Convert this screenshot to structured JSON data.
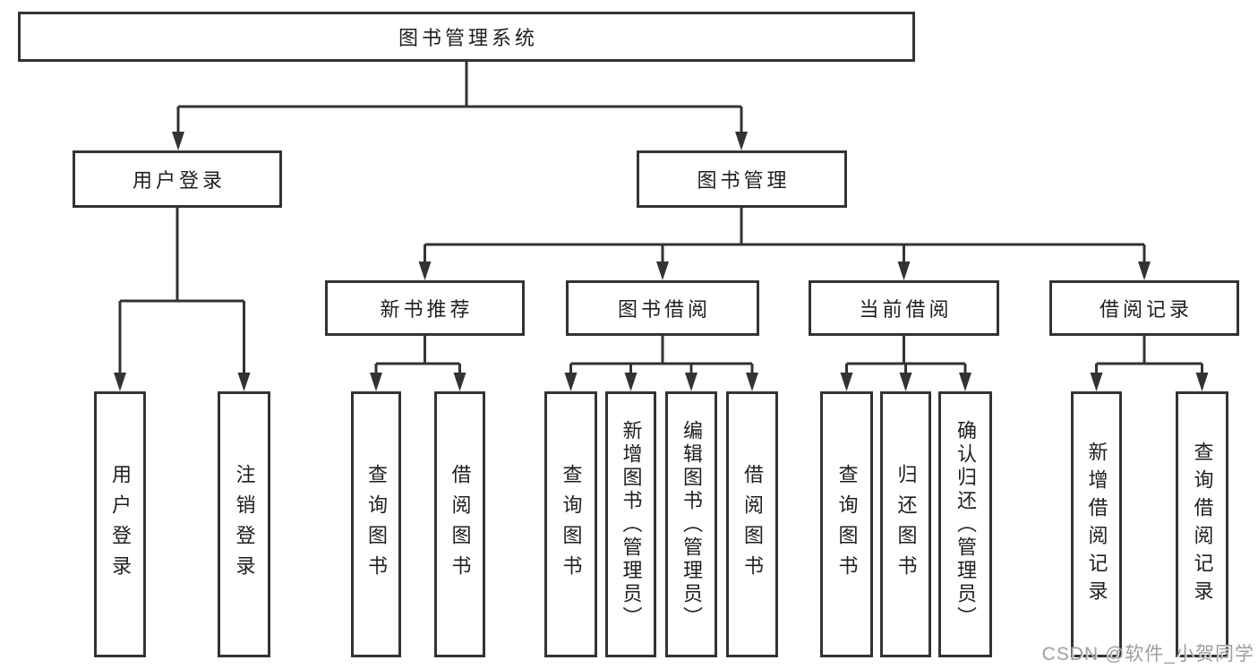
{
  "diagram_type": "hierarchy-tree",
  "colors": {
    "line": "#333333",
    "box_border": "#333333",
    "box_fill": "#ffffff",
    "text": "#1f1f1f",
    "watermark": "#9e9e9e",
    "background": "#ffffff"
  },
  "tree": {
    "label": "图书管理系统",
    "children": [
      {
        "label": "用户登录",
        "children": [
          {
            "label": "用户登录"
          },
          {
            "label": "注销登录"
          }
        ]
      },
      {
        "label": "图书管理",
        "children": [
          {
            "label": "新书推荐",
            "children": [
              {
                "label": "查询图书"
              },
              {
                "label": "借阅图书"
              }
            ]
          },
          {
            "label": "图书借阅",
            "children": [
              {
                "label": "查询图书"
              },
              {
                "label": "新增图书（管理员）"
              },
              {
                "label": "编辑图书（管理员）"
              },
              {
                "label": "借阅图书"
              }
            ]
          },
          {
            "label": "当前借阅",
            "children": [
              {
                "label": "查询图书"
              },
              {
                "label": "归还图书"
              },
              {
                "label": "确认归还（管理员）"
              }
            ]
          },
          {
            "label": "借阅记录",
            "children": [
              {
                "label": "新增借阅记录"
              },
              {
                "label": "查询借阅记录"
              }
            ]
          }
        ]
      }
    ]
  },
  "watermark": {
    "text": "CSDN @软件_小贺同学"
  }
}
